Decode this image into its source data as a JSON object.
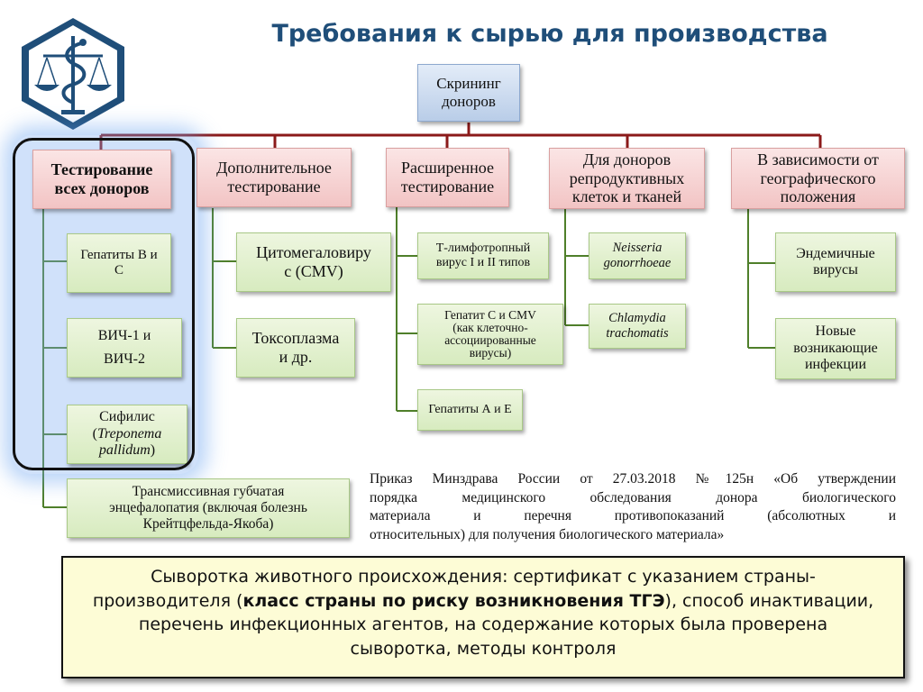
{
  "title": "Требования к сырью для производства",
  "logo": {
    "icon": "caduceus-scales-logo",
    "color": "#1f4e79"
  },
  "root": {
    "l1": "Скрининг",
    "l2": "доноров"
  },
  "categories": [
    {
      "l1": "Тестирование",
      "l2": "всех доноров",
      "bold": true
    },
    {
      "l1": "Дополнительное",
      "l2": "тестирование"
    },
    {
      "l1": "Расширенное",
      "l2": "тестирование"
    },
    {
      "l1": "Для доноров",
      "l2": "репродуктивных",
      "l3": "клеток и тканей"
    },
    {
      "l1": "В зависимости от",
      "l2": "географического",
      "l3": "положения"
    }
  ],
  "col1": {
    "hep": {
      "l1": "Гепатиты В и",
      "l2": "С"
    },
    "hiv": {
      "l1": "ВИЧ-1 и",
      "l2": "ВИЧ-2"
    },
    "syph": {
      "l1": "Сифилис",
      "l2a": "(",
      "l2b": "Treponema",
      "l3b": "pallidum",
      "l3c": ")"
    },
    "tse": {
      "l1": "Трансмиссивная губчатая",
      "l2": "энцефалопатия (включая болезнь",
      "l3": "Крейтцфельда-Якоба)"
    }
  },
  "col2": {
    "cmv": {
      "l1": "Цитомегаловиру",
      "l2": "с (CMV)"
    },
    "toxo": {
      "l1": "Токсоплазма",
      "l2": "и др."
    }
  },
  "col3": {
    "htlv": {
      "l1": "Т-лимфотропный",
      "l2": "вирус I и II типов"
    },
    "hepc": {
      "l1": "Гепатит С и CMV",
      "l2": "(как клеточно-",
      "l3": "ассоциированные",
      "l4": "вирусы)"
    },
    "hepae": {
      "l1": "Гепатиты А и Е"
    }
  },
  "col4": {
    "neis": {
      "l1": "Neisseria",
      "l2": "gonorrhoeae"
    },
    "chlam": {
      "l1": "Chlamydia",
      "l2": "trachomatis"
    }
  },
  "col5": {
    "endem": {
      "l1": "Эндемичные",
      "l2": "вирусы"
    },
    "new": {
      "l1": "Новые",
      "l2": "возникающие",
      "l3": "инфекции"
    }
  },
  "order": {
    "l1": "Приказ Минздрава России от 27.03.2018 №125н «Об утверждении",
    "l2": "порядка медицинского обследования донора биологического",
    "l3": "материала и перечня противопоказаний (абсолютных и",
    "l4": "относительных) для получения биологического материала»"
  },
  "bottom": {
    "l1": "Сыворотка животного происхождения: сертификат с указанием страны-",
    "l2a": "производителя (",
    "l2b": "класс страны по риску возникновения ТГЭ",
    "l2c": "), способ инактивации,",
    "l3": "перечень инфекционных агентов, на содержание которых была проверена",
    "l4": "сыворотка, методы контроля"
  },
  "colors": {
    "connector": "#8b1a1a",
    "leaf_connector": "#4f7f2a",
    "title": "#1f4e79"
  }
}
